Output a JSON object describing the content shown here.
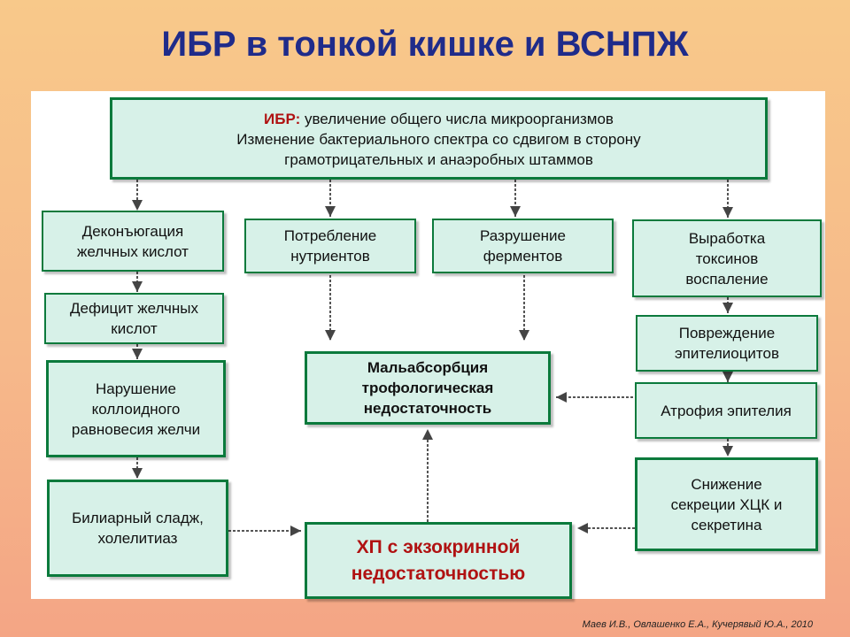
{
  "title": "ИБР в тонкой кишке и ВСНПЖ",
  "top": {
    "label": "ИБР:",
    "line1": "увеличение общего числа микроорганизмов",
    "line2": "Изменение бактериального спектра со сдвигом в сторону",
    "line3": "грамотрицательных и анаэробных штаммов"
  },
  "nodes": {
    "deconj_1": "Деконъюгация",
    "deconj_2": "желчных кислот",
    "consumption_1": "Потребление",
    "consumption_2": "нутриентов",
    "enzymes_1": "Разрушение",
    "enzymes_2": "ферментов",
    "toxins_1": "Выработка",
    "toxins_2": "токсинов",
    "toxins_3": "воспаление",
    "deficit_1": "Дефицит желчных",
    "deficit_2": "кислот",
    "damage_1": "Повреждение",
    "damage_2": "эпителиоцитов",
    "colloid_1": "Нарушение",
    "colloid_2": "коллоидного",
    "colloid_3": "равновесия желчи",
    "malabs_1": "Мальабсорбция",
    "malabs_2": "трофологическая",
    "malabs_3": "недостаточность",
    "atrophy": "Атрофия эпителия",
    "sludge_1": "Билиарный сладж,",
    "sludge_2": "холелитиаз",
    "hp_1": "ХП с экзокринной",
    "hp_2": "недостаточностью",
    "secretion_1": "Снижение",
    "secretion_2": "секреции ХЦК и",
    "secretion_3": "секретина"
  },
  "citation": "Маев И.В., Овлашенко Е.А., Кучерявый Ю.А., 2010"
}
